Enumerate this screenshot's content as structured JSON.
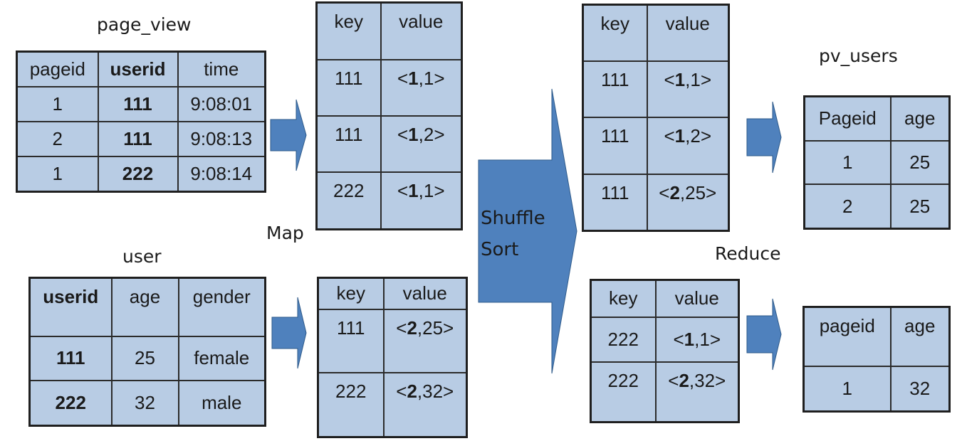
{
  "colors": {
    "cell": "#b8cce4",
    "arrow": "#4f81bd",
    "arrow_edge": "#2e5a8a"
  },
  "captions": {
    "page_view": "page_view",
    "user": "user",
    "pv_users": "pv_users",
    "map": "Map",
    "reduce": "Reduce",
    "shuffle_line1": "Shuffle",
    "shuffle_line2": "Sort"
  },
  "page_view": {
    "headers": [
      "pageid",
      "userid",
      "time"
    ],
    "rows": [
      [
        "1",
        "111",
        "9:08:01"
      ],
      [
        "2",
        "111",
        "9:08:13"
      ],
      [
        "1",
        "222",
        "9:08:14"
      ]
    ]
  },
  "user": {
    "headers": [
      "userid",
      "age",
      "gender"
    ],
    "rows": [
      [
        "111",
        "25",
        "female"
      ],
      [
        "222",
        "32",
        "male"
      ]
    ]
  },
  "map_out_1": {
    "headers": [
      "key",
      "value"
    ],
    "rows": [
      {
        "key": "111",
        "v_left": "<",
        "v_bold": "1",
        "v_right": ",1>"
      },
      {
        "key": "111",
        "v_left": "<",
        "v_bold": "1",
        "v_right": ",2>"
      },
      {
        "key": "222",
        "v_left": "<",
        "v_bold": "1",
        "v_right": ",1>"
      }
    ]
  },
  "map_out_2": {
    "headers": [
      "key",
      "value"
    ],
    "rows": [
      {
        "key": "111",
        "v_left": "<",
        "v_bold": "2",
        "v_right": ",25>"
      },
      {
        "key": "222",
        "v_left": "<",
        "v_bold": "2",
        "v_right": ",32>"
      }
    ]
  },
  "shuffle_out_1": {
    "headers": [
      "key",
      "value"
    ],
    "rows": [
      {
        "key": "111",
        "v_left": "<",
        "v_bold": "1",
        "v_right": ",1>"
      },
      {
        "key": "111",
        "v_left": "<",
        "v_bold": "1",
        "v_right": ",2>"
      },
      {
        "key": "111",
        "v_left": "<",
        "v_bold": "2",
        "v_right": ",25>"
      }
    ]
  },
  "shuffle_out_2": {
    "headers": [
      "key",
      "value"
    ],
    "rows": [
      {
        "key": "222",
        "v_left": "<",
        "v_bold": "1",
        "v_right": ",1>"
      },
      {
        "key": "222",
        "v_left": "<",
        "v_bold": "2",
        "v_right": ",32>"
      }
    ]
  },
  "pv_users_1": {
    "headers": [
      "Pageid",
      "age"
    ],
    "rows": [
      [
        "1",
        "25"
      ],
      [
        "2",
        "25"
      ]
    ]
  },
  "pv_users_2": {
    "headers": [
      "pageid",
      "age"
    ],
    "rows": [
      [
        "1",
        "32"
      ]
    ]
  }
}
